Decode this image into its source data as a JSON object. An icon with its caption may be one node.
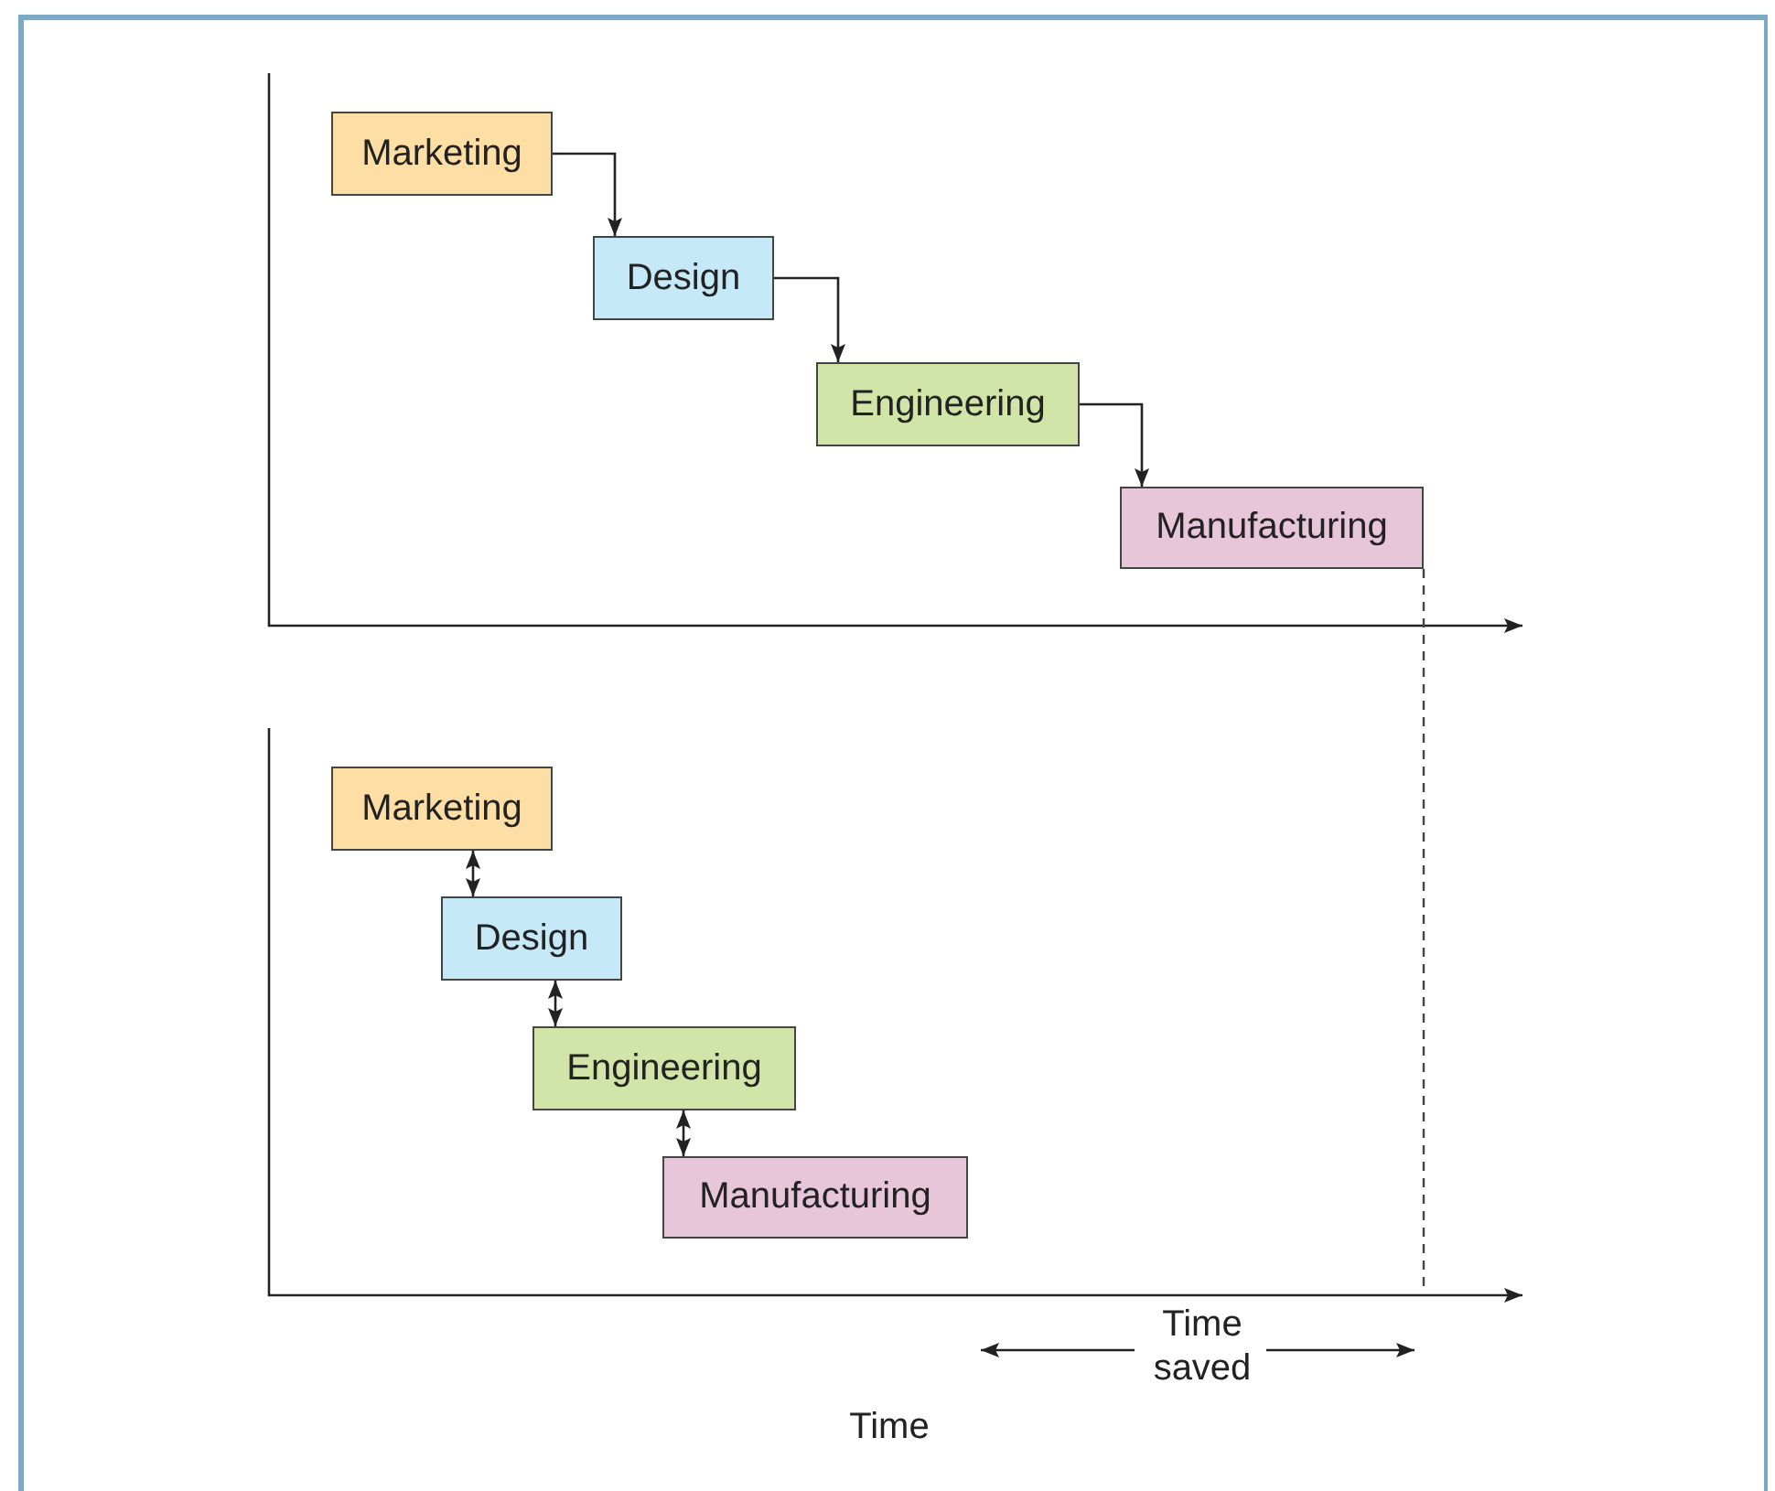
{
  "diagram": {
    "nodes": [
      {
        "text": [
          "Marketing"
        ]
      },
      {
        "text": [
          "Design"
        ]
      },
      {
        "text": [
          "Engineering"
        ]
      },
      {
        "text": [
          "Manufacturing"
        ]
      },
      {
        "text": [
          "Marketing"
        ]
      },
      {
        "text": [
          "Design"
        ]
      },
      {
        "text": [
          "Engineering"
        ]
      },
      {
        "text": [
          "Manufacturing"
        ]
      }
    ],
    "edges": [
      {
        "from": 0,
        "to": 1,
        "arrow": "to"
      },
      {
        "from": 1,
        "to": 2,
        "arrow": "to"
      },
      {
        "from": 2,
        "to": 3,
        "arrow": "to"
      },
      {
        "from": 4,
        "to": 5,
        "arrow": "both"
      },
      {
        "from": 5,
        "to": 6,
        "arrow": "both"
      },
      {
        "from": 6,
        "to": 7,
        "arrow": "both"
      }
    ],
    "labels": [
      "Time saved",
      "Time"
    ]
  }
}
